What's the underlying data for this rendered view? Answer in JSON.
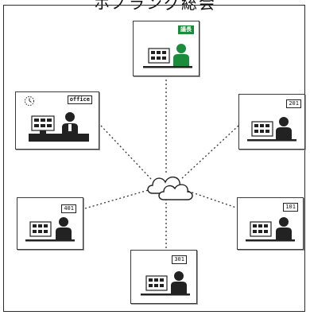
{
  "page": {
    "title": "ホノラング総会"
  },
  "colors": {
    "accent": "#1a8c3c",
    "line": "#333333"
  },
  "nodes": {
    "top": {
      "label": "議長",
      "person_color": "#1a8c3c"
    },
    "office": {
      "label": "office"
    },
    "r201": {
      "label": "201"
    },
    "r401": {
      "label": "401"
    },
    "r101": {
      "label": "101"
    },
    "r301": {
      "label": "301"
    }
  },
  "center": {
    "icon": "cloud-icon"
  }
}
